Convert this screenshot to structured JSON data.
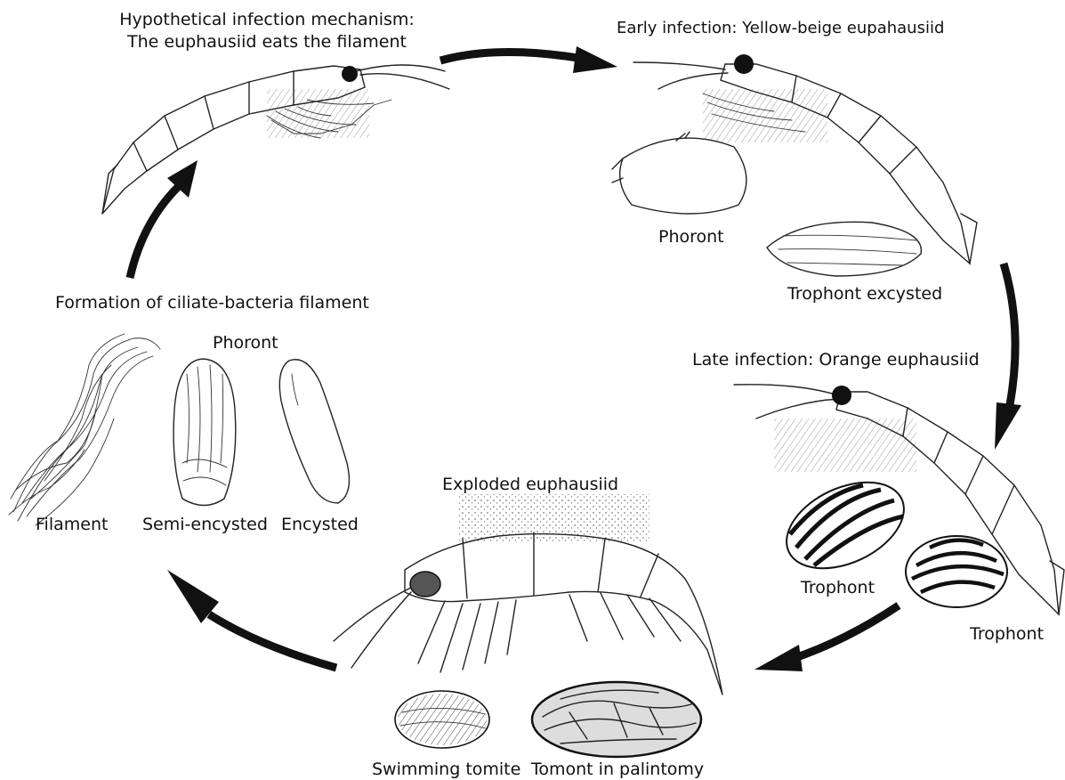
{
  "labels": {
    "hypothetical_title": "Hypothetical infection mechanism:",
    "hypothetical_sub": "The euphausiid eats the filament",
    "early_infection": "Early infection: Yellow-beige eupahausiid",
    "phoront_top": "Phoront",
    "trophont_excysted": "Trophont excysted",
    "late_infection": "Late infection: Orange euphausiid",
    "trophont_1": "Trophont",
    "trophont_2": "Trophont",
    "exploded": "Exploded euphausiid",
    "swimming_tomite": "Swimming tomite",
    "tomont_palintomy": "Tomont in palintomy",
    "formation": "Formation of ciliate-bacteria filament",
    "phoront_group": "Phoront",
    "filament": "Filament",
    "semi_encysted": "Semi-encysted",
    "encysted": "Encysted"
  },
  "icons": {
    "arrows": "cycle-arrow-icon",
    "krill": "euphausiid-drawing",
    "cells": "ciliate-cell-drawing"
  },
  "colors": {
    "ink": "#111111",
    "background": "#ffffff",
    "speckle": "#444444"
  }
}
